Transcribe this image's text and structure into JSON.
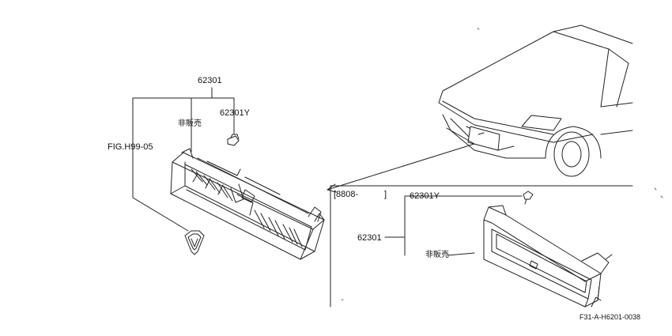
{
  "left_view": {
    "part_grille": "62301",
    "part_ornament": "62301Y",
    "note_not_sold": "非販売",
    "fig_ref": "FIG.H99-05"
  },
  "inset": {
    "date_code_open": "[8808-",
    "date_code_close": "]",
    "part_ornament": "62301Y",
    "part_grille": "62301",
    "note_not_sold": "非販売"
  },
  "footer": {
    "drawing_id": "F31-A-H6201-0038"
  }
}
